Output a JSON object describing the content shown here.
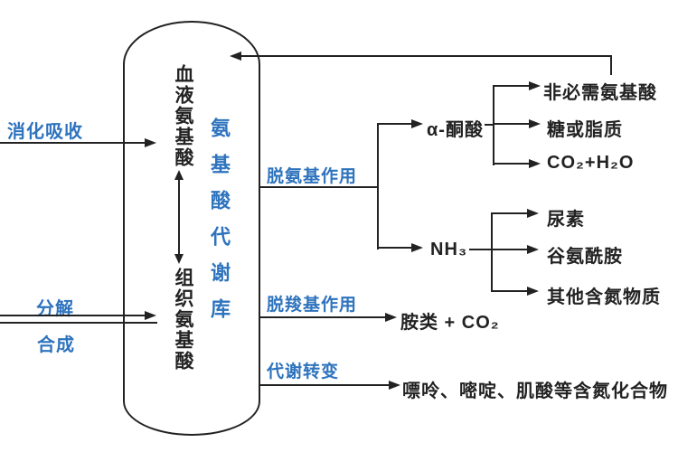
{
  "pool": {
    "blood": "血液氨基酸",
    "tissue": "组织氨基酸",
    "name": "氨基酸代谢库"
  },
  "inputs": {
    "digestion": "消化吸收",
    "breakdown": "分解",
    "synthesis": "合成"
  },
  "processes": {
    "deamination": "脱氨基作用",
    "decarboxylation": "脱羧基作用",
    "transformation": "代谢转变"
  },
  "deamination": {
    "keto": "α-酮酸",
    "keto_products": [
      "非必需氨基酸",
      "糖或脂质",
      "CO₂+H₂O"
    ],
    "ammonia": "NH₃",
    "ammonia_products": [
      "尿素",
      "谷氨酰胺",
      "其他含氮物质"
    ]
  },
  "decarboxylation_product": "胺类 + CO₂",
  "transformation_product": "嘌呤、嘧啶、肌酸等含氮化合物",
  "colors": {
    "accent": "#2e73bd",
    "ink": "#222222"
  }
}
